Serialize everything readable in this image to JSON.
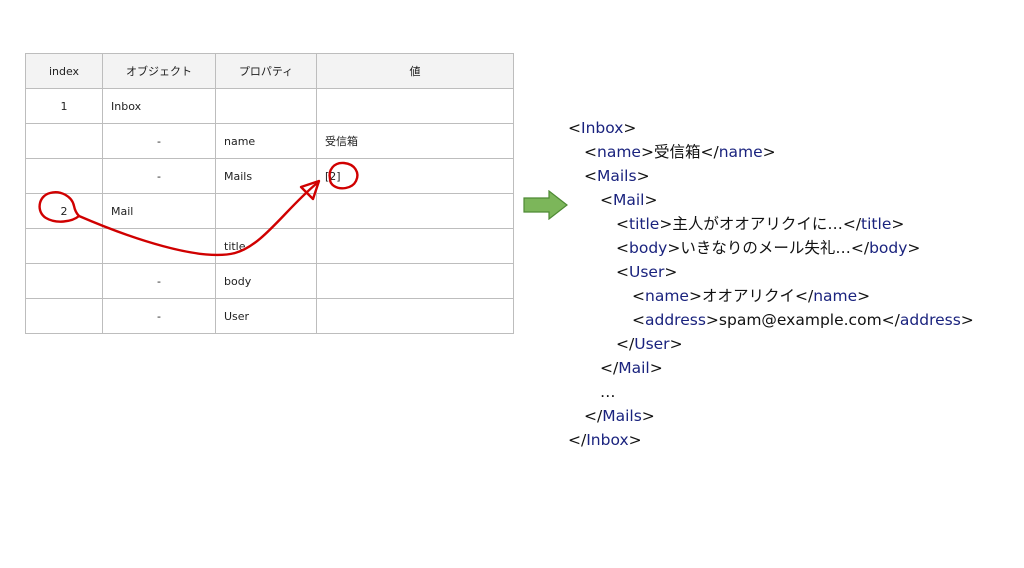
{
  "table": {
    "headers": [
      "index",
      "オブジェクト",
      "プロパティ",
      "値"
    ],
    "rows": [
      [
        "1",
        "Inbox",
        "",
        ""
      ],
      [
        "",
        "-",
        "name",
        "受信箱"
      ],
      [
        "",
        "-",
        "Mails",
        "[2]"
      ],
      [
        "2",
        "Mail",
        "",
        ""
      ],
      [
        "",
        "",
        "title",
        ""
      ],
      [
        "",
        "-",
        "body",
        ""
      ],
      [
        "",
        "-",
        "User",
        ""
      ]
    ]
  },
  "xml_lines": [
    {
      "indent": 0,
      "open": "<",
      "tag": "Inbox",
      "close": ">",
      "text": "",
      "open2": "",
      "tag2": "",
      "close2": ""
    },
    {
      "indent": 1,
      "open": "<",
      "tag": "name",
      "close": ">",
      "text": "受信箱",
      "open2": "</",
      "tag2": "name",
      "close2": ">"
    },
    {
      "indent": 1,
      "open": "<",
      "tag": "Mails",
      "close": ">",
      "text": "",
      "open2": "",
      "tag2": "",
      "close2": ""
    },
    {
      "indent": 2,
      "open": "<",
      "tag": "Mail",
      "close": ">",
      "text": "",
      "open2": "",
      "tag2": "",
      "close2": ""
    },
    {
      "indent": 3,
      "open": "<",
      "tag": "title",
      "close": ">",
      "text": "主人がオオアリクイに…",
      "open2": "</",
      "tag2": "title",
      "close2": ">"
    },
    {
      "indent": 3,
      "open": "<",
      "tag": "body",
      "close": ">",
      "text": "いきなりのメール失礼…",
      "open2": "</",
      "tag2": "body",
      "close2": ">"
    },
    {
      "indent": 3,
      "open": "<",
      "tag": "User",
      "close": ">",
      "text": "",
      "open2": "",
      "tag2": "",
      "close2": ""
    },
    {
      "indent": 4,
      "open": "<",
      "tag": "name",
      "close": ">",
      "text": "オオアリクイ",
      "open2": "</",
      "tag2": "name",
      "close2": ">"
    },
    {
      "indent": 4,
      "open": "<",
      "tag": "address",
      "close": ">",
      "text": "spam@example.com",
      "open2": "</",
      "tag2": "address",
      "close2": ">"
    },
    {
      "indent": 3,
      "open": "</",
      "tag": "User",
      "close": ">",
      "text": "",
      "open2": "",
      "tag2": "",
      "close2": ""
    },
    {
      "indent": 2,
      "open": "</",
      "tag": "Mail",
      "close": ">",
      "text": "",
      "open2": "",
      "tag2": "",
      "close2": ""
    },
    {
      "indent": 2,
      "open": "",
      "tag": "",
      "close": "",
      "text": "…",
      "open2": "",
      "tag2": "",
      "close2": ""
    },
    {
      "indent": 1,
      "open": "</",
      "tag": "Mails",
      "close": ">",
      "text": "",
      "open2": "",
      "tag2": "",
      "close2": ""
    },
    {
      "indent": 0,
      "open": "</",
      "tag": "Inbox",
      "close": ">",
      "text": "",
      "open2": "",
      "tag2": "",
      "close2": ""
    }
  ],
  "colors": {
    "annotation": "#d00000",
    "arrow_fill": "#7cb65a",
    "arrow_stroke": "#4e8a34",
    "tag": "#1a237e"
  }
}
